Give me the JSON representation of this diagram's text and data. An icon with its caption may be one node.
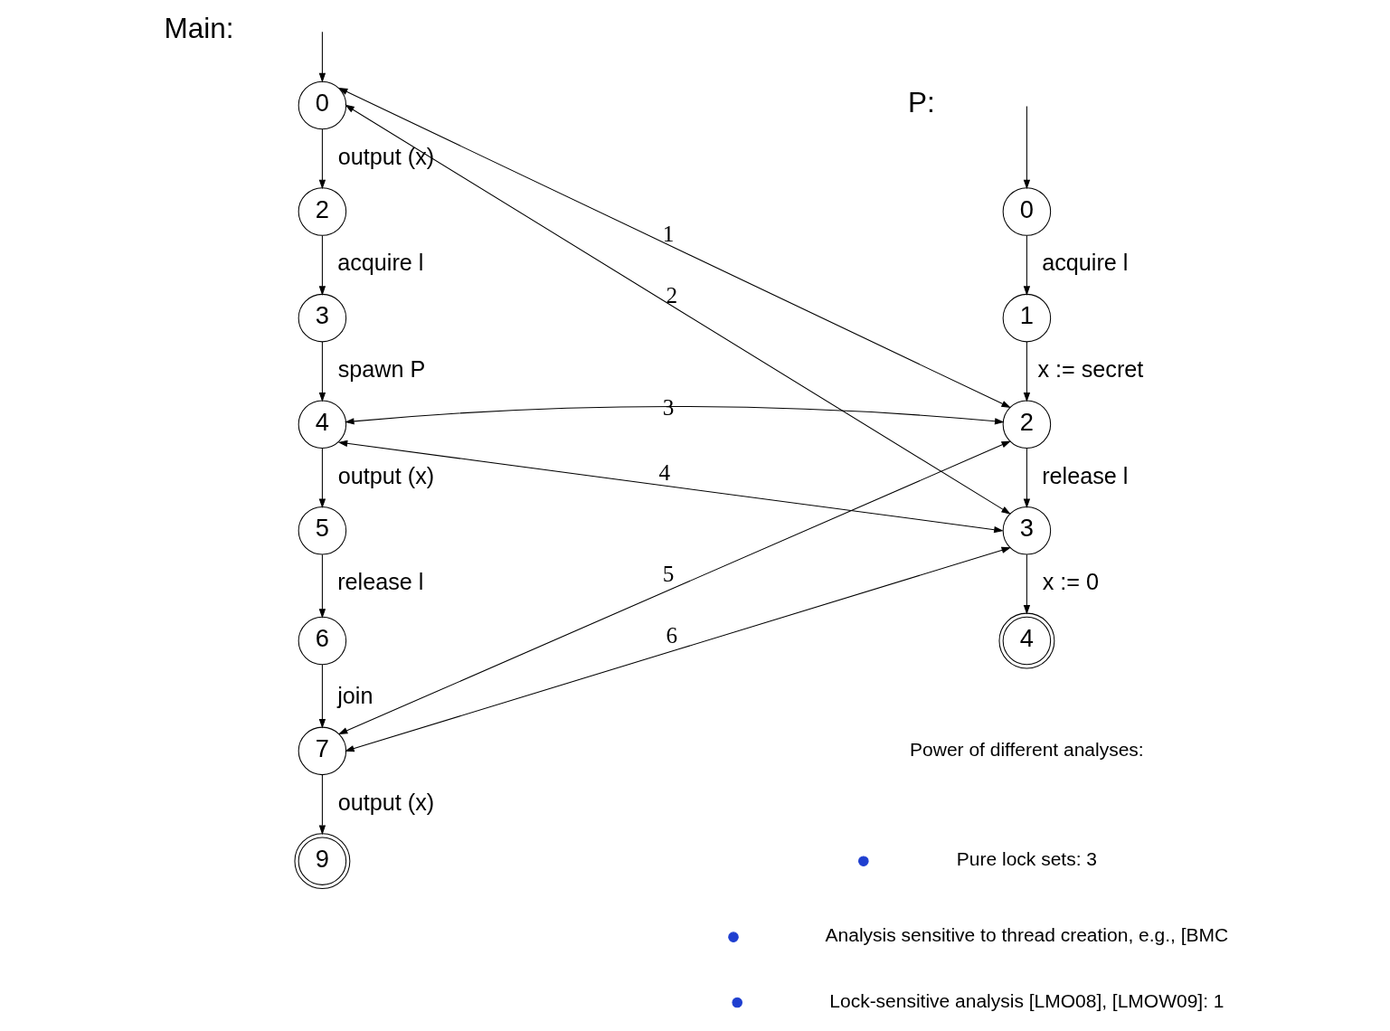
{
  "diagram": {
    "nodes": [
      {
        "text": [
          "0"
        ]
      },
      {
        "text": [
          "2"
        ]
      },
      {
        "text": [
          "3"
        ]
      },
      {
        "text": [
          "4"
        ]
      },
      {
        "text": [
          "5"
        ]
      },
      {
        "text": [
          "6"
        ]
      },
      {
        "text": [
          "7"
        ]
      },
      {
        "text": [
          "9"
        ]
      },
      {
        "text": [
          "0"
        ]
      },
      {
        "text": [
          "1"
        ]
      },
      {
        "text": [
          "2"
        ]
      },
      {
        "text": [
          "3"
        ]
      },
      {
        "text": [
          "4"
        ]
      }
    ],
    "edges": [
      {
        "from": null,
        "to": 0,
        "arrow": "to"
      },
      {
        "from": 0,
        "to": 1,
        "arrow": "to",
        "label": "output (x)"
      },
      {
        "from": 1,
        "to": 2,
        "arrow": "to",
        "label": "acquire l"
      },
      {
        "from": 2,
        "to": 3,
        "arrow": "to",
        "label": "spawn P"
      },
      {
        "from": 3,
        "to": 4,
        "arrow": "to",
        "label": "output (x)"
      },
      {
        "from": 4,
        "to": 5,
        "arrow": "to",
        "label": "release l"
      },
      {
        "from": 5,
        "to": 6,
        "arrow": "to",
        "label": "join"
      },
      {
        "from": 6,
        "to": 7,
        "arrow": "to",
        "label": "output (x)"
      },
      {
        "from": null,
        "to": 8,
        "arrow": "to"
      },
      {
        "from": 8,
        "to": 9,
        "arrow": "to",
        "label": "acquire l"
      },
      {
        "from": 9,
        "to": 10,
        "arrow": "to",
        "label": "x := secret"
      },
      {
        "from": 10,
        "to": 11,
        "arrow": "to",
        "label": "release l"
      },
      {
        "from": 11,
        "to": 12,
        "arrow": "to",
        "label": "x := 0"
      },
      {
        "from": 0,
        "to": 10,
        "arrow": "both",
        "label": "1"
      },
      {
        "from": 0,
        "to": 11,
        "arrow": "both",
        "label": "2"
      },
      {
        "from": 3,
        "to": 10,
        "arrow": "both",
        "label": "3"
      },
      {
        "from": 3,
        "to": 11,
        "arrow": "both",
        "label": "4"
      },
      {
        "from": 6,
        "to": 10,
        "arrow": "both",
        "label": "5"
      },
      {
        "from": 6,
        "to": 11,
        "arrow": "both",
        "label": "6"
      }
    ],
    "labels": [
      "Main:",
      "P:",
      "Power of different analyses:",
      "Pure lock sets: 3",
      "Analysis sensitive to thread creation, e.g., [BMC",
      "Lock-sensitive analysis [LMO08], [LMOW09]: 1"
    ]
  }
}
